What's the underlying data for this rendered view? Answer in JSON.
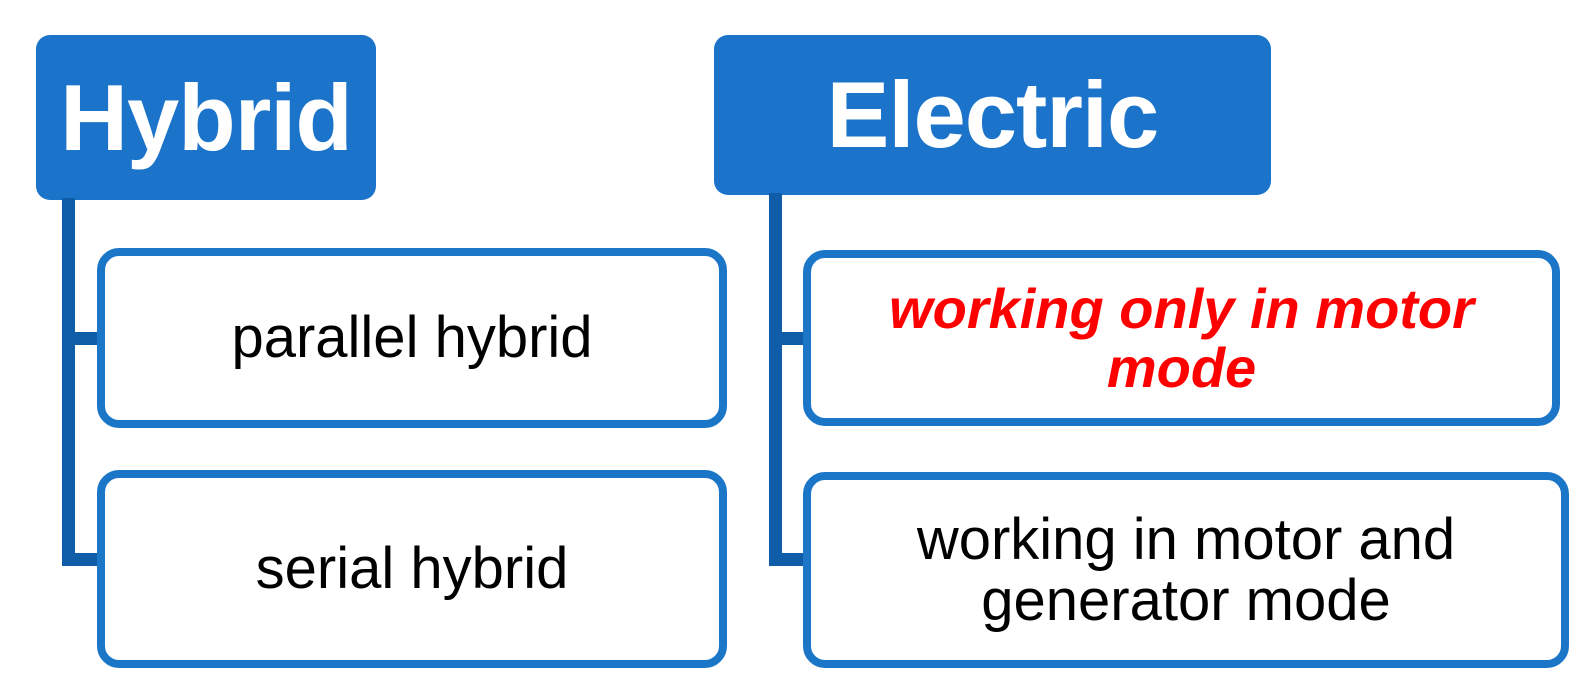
{
  "diagram": {
    "title_colors": {
      "node_fill": "#1B74CA",
      "node_border": "#1B76C8",
      "connector": "#0F5CA8",
      "highlight_text": "#FF0000",
      "normal_text": "#000000",
      "header_text": "#FFFFFF",
      "background": "#FFFFFF"
    },
    "branches": [
      {
        "name": "hybrid",
        "root_label": "Hybrid",
        "children": [
          {
            "name": "parallel-hybrid",
            "label": "parallel hybrid",
            "highlighted": false
          },
          {
            "name": "serial-hybrid",
            "label": "serial hybrid",
            "highlighted": false
          }
        ]
      },
      {
        "name": "electric",
        "root_label": "Electric",
        "children": [
          {
            "name": "motor-mode-only",
            "label": "working only in motor mode",
            "highlighted": true
          },
          {
            "name": "motor-and-generator-mode",
            "label": "working in motor and generator mode",
            "highlighted": false
          }
        ]
      }
    ]
  }
}
